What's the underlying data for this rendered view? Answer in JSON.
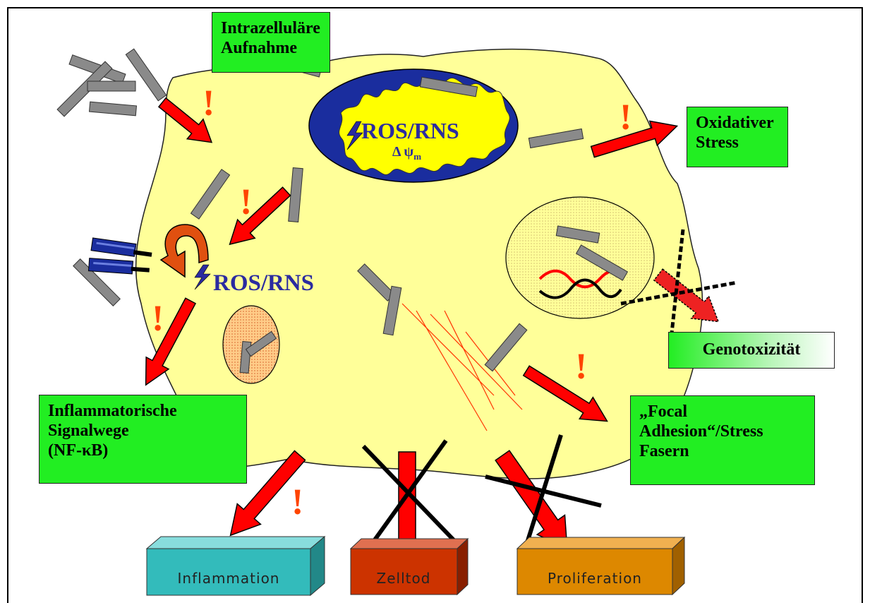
{
  "labels": {
    "uptake": "Intrazelluläre\nAufnahme",
    "oxidative": "Oxidativer\nStress",
    "genotox": "Genotoxizität",
    "inflammatory": "Inflammatorische\nSignalwege\n(NF-κB)",
    "focal": "„Focal\nAdhesion“/Stress\nFasern",
    "ros_mito": "ROS/RNS",
    "delta_psi": "Δ ψ",
    "delta_psi_sub": "m",
    "ros_cyto": "ROS/RNS",
    "exclaim": "!"
  },
  "outcomes": [
    {
      "label": "Inflammation",
      "color": "#33bbbb"
    },
    {
      "label": "Zelltod",
      "color": "#cc3300"
    },
    {
      "label": "Proliferation",
      "color": "#dd8800"
    }
  ],
  "colors": {
    "cell": "#ffff99",
    "box_green": "#22ee22",
    "mito_blue": "#1a2d9e",
    "arrow_red": "#ff0000",
    "fiber_gray": "#888888",
    "ros_text": "#2b2ba0"
  }
}
